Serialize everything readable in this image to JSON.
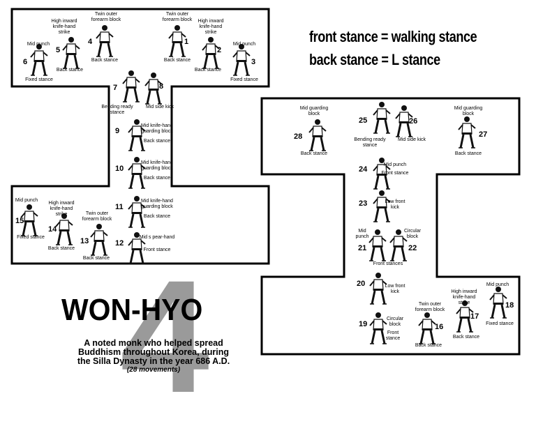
{
  "equations": [
    "front stance = walking stance",
    "back stance = L stance"
  ],
  "title": "WON-HYO",
  "pattern_number": "4",
  "subtitle_lines": [
    "A noted monk who helped spread",
    "Buddhism throughout Korea, during",
    "the Silla Dynasty in the year 686 A.D."
  ],
  "movement_count": "(28 movements)",
  "movements": [
    {
      "n": "1",
      "label": "Twin outer\nforearm block",
      "sub": "Back stance"
    },
    {
      "n": "2",
      "label": "High inward\nknife-hand\nstrike",
      "sub": "Back stance"
    },
    {
      "n": "3",
      "label": "Mid punch",
      "sub": "Fixed stance"
    },
    {
      "n": "4",
      "label": "Twin outer\nforearm block",
      "sub": "Back stance"
    },
    {
      "n": "5",
      "label": "High inward\nknife-hand\nstrike",
      "sub": "Back stance"
    },
    {
      "n": "6",
      "label": "Mid punch",
      "sub": "Fixed stance"
    },
    {
      "n": "7",
      "label": "Bending ready\nstance",
      "sub": ""
    },
    {
      "n": "8",
      "label": "Mid side kick",
      "sub": ""
    },
    {
      "n": "9",
      "label": "Mid knife-hand\nguarding block",
      "sub": "Back stance"
    },
    {
      "n": "10",
      "label": "Mid knife-hand\nguarding block",
      "sub": "Back stance"
    },
    {
      "n": "11",
      "label": "Mid knife-hand\nguarding block",
      "sub": "Back stance"
    },
    {
      "n": "12",
      "label": "Mid s pear-hand",
      "sub": "Front stance"
    },
    {
      "n": "13",
      "label": "Twin outer\nforearm block",
      "sub": "Back stance"
    },
    {
      "n": "14",
      "label": "High inward\nknife-hand\nstrike",
      "sub": "Back stance"
    },
    {
      "n": "15",
      "label": "Mid punch",
      "sub": "Fixed stance"
    },
    {
      "n": "16",
      "label": "Twin outer\nforearm block",
      "sub": "Back stance"
    },
    {
      "n": "17",
      "label": "High inward\nknife-hand\nstrike",
      "sub": "Back stance"
    },
    {
      "n": "18",
      "label": "Mid punch",
      "sub": "Fixed stance"
    },
    {
      "n": "19",
      "label": "Circular\nblock",
      "sub": "Front\nstance"
    },
    {
      "n": "20",
      "label": "Low front\nkick",
      "sub": ""
    },
    {
      "n": "21",
      "label": "Mid\npunch",
      "sub": ""
    },
    {
      "n": "22",
      "label": "Circular\nblock",
      "sub": ""
    },
    {
      "n": "21-22",
      "label": "",
      "sub": "Front stances"
    },
    {
      "n": "23",
      "label": "Low front\nkick",
      "sub": ""
    },
    {
      "n": "24",
      "label": "Mid punch",
      "sub": "Front stance"
    },
    {
      "n": "25",
      "label": "Bending ready\nstance",
      "sub": ""
    },
    {
      "n": "26",
      "label": "Mid side kick",
      "sub": ""
    },
    {
      "n": "27",
      "label": "Mid guarding\nblock",
      "sub": "Back stance"
    },
    {
      "n": "28",
      "label": "Mid guarding\nblock",
      "sub": "Back stance"
    }
  ]
}
